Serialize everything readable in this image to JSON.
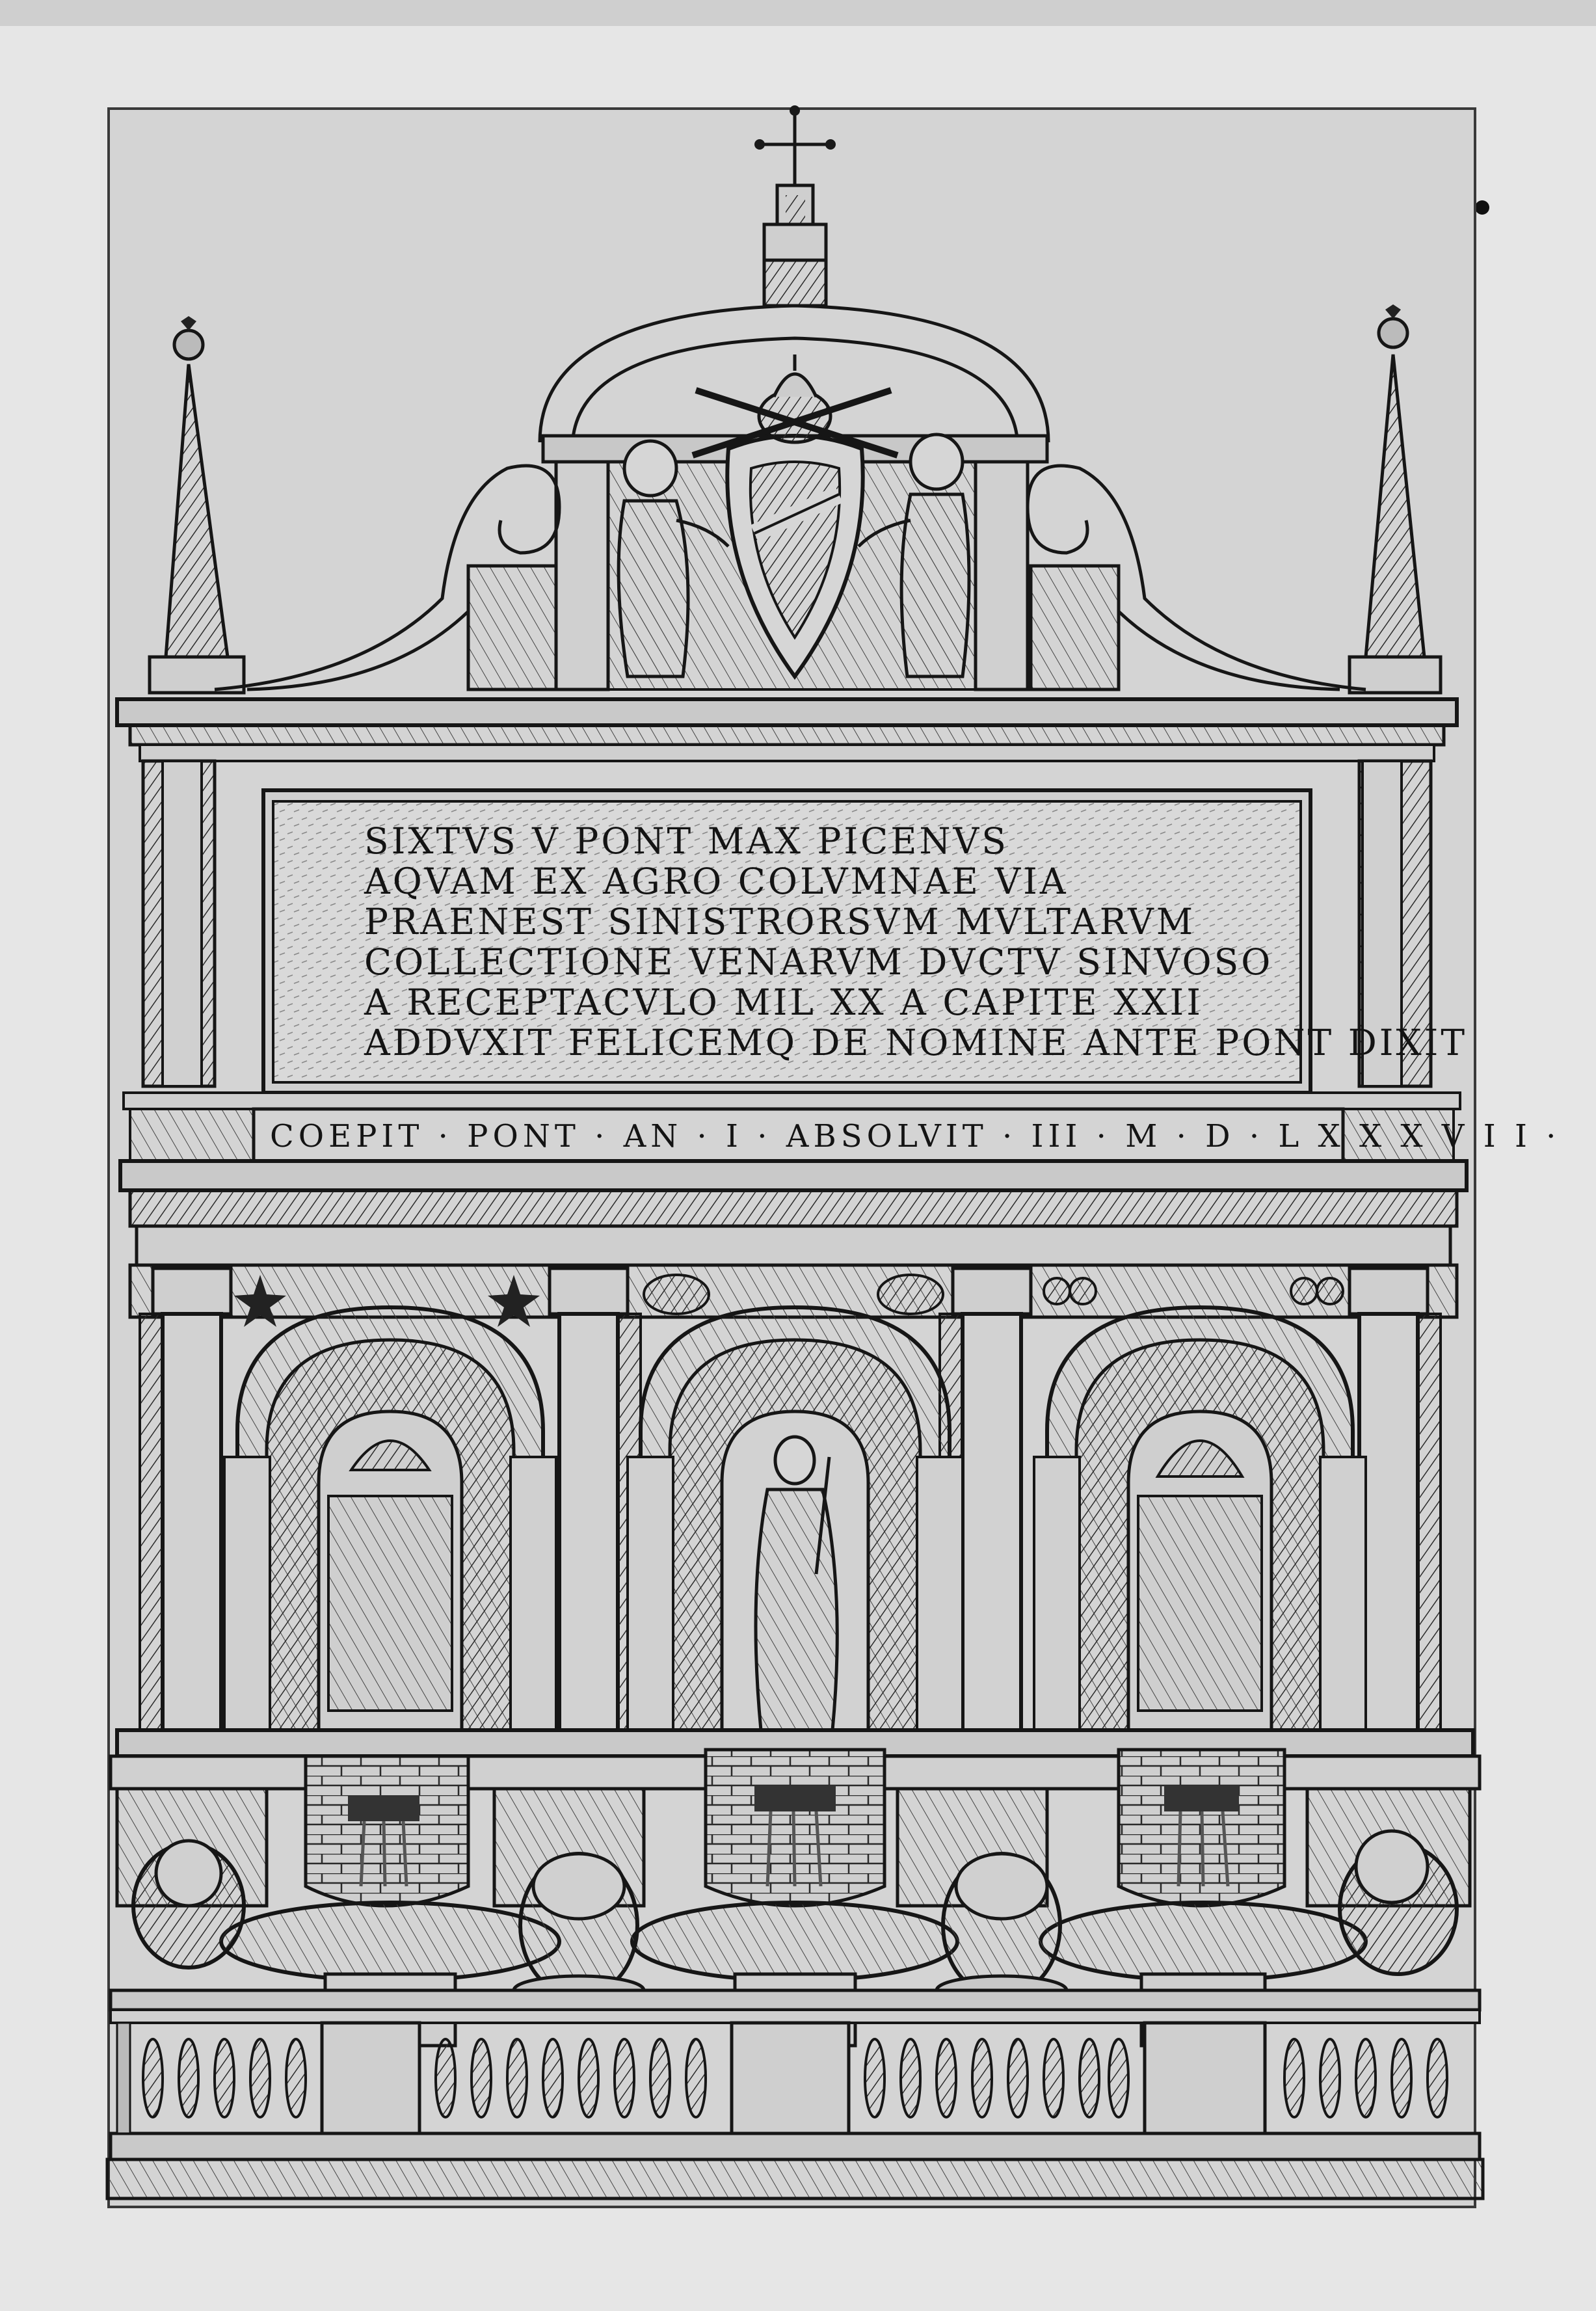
{
  "inscription": {
    "lines": [
      "SIXTVS V PONT MAX PICENVS",
      "AQVAM EX AGRO COLVMNAE VIA",
      "PRAENEST SINISTRORSVM MVLTARVM",
      "COLLECTIONE VENARVM DVCTV SINVOSO",
      "A RECEPTACVLO MIL XX A CAPITE XXII",
      "ADDVXIT FELICEMQ DE NOMINE ANTE PONT DIXIT"
    ]
  },
  "frieze": {
    "text": "COEPIT · PONT · AN · I · ABSOLVIT · III · M · D · L X X X V I I ·"
  },
  "colors": {
    "paper": "#e6e6e6",
    "plate": "#d4d4d4",
    "ink": "#161616"
  }
}
